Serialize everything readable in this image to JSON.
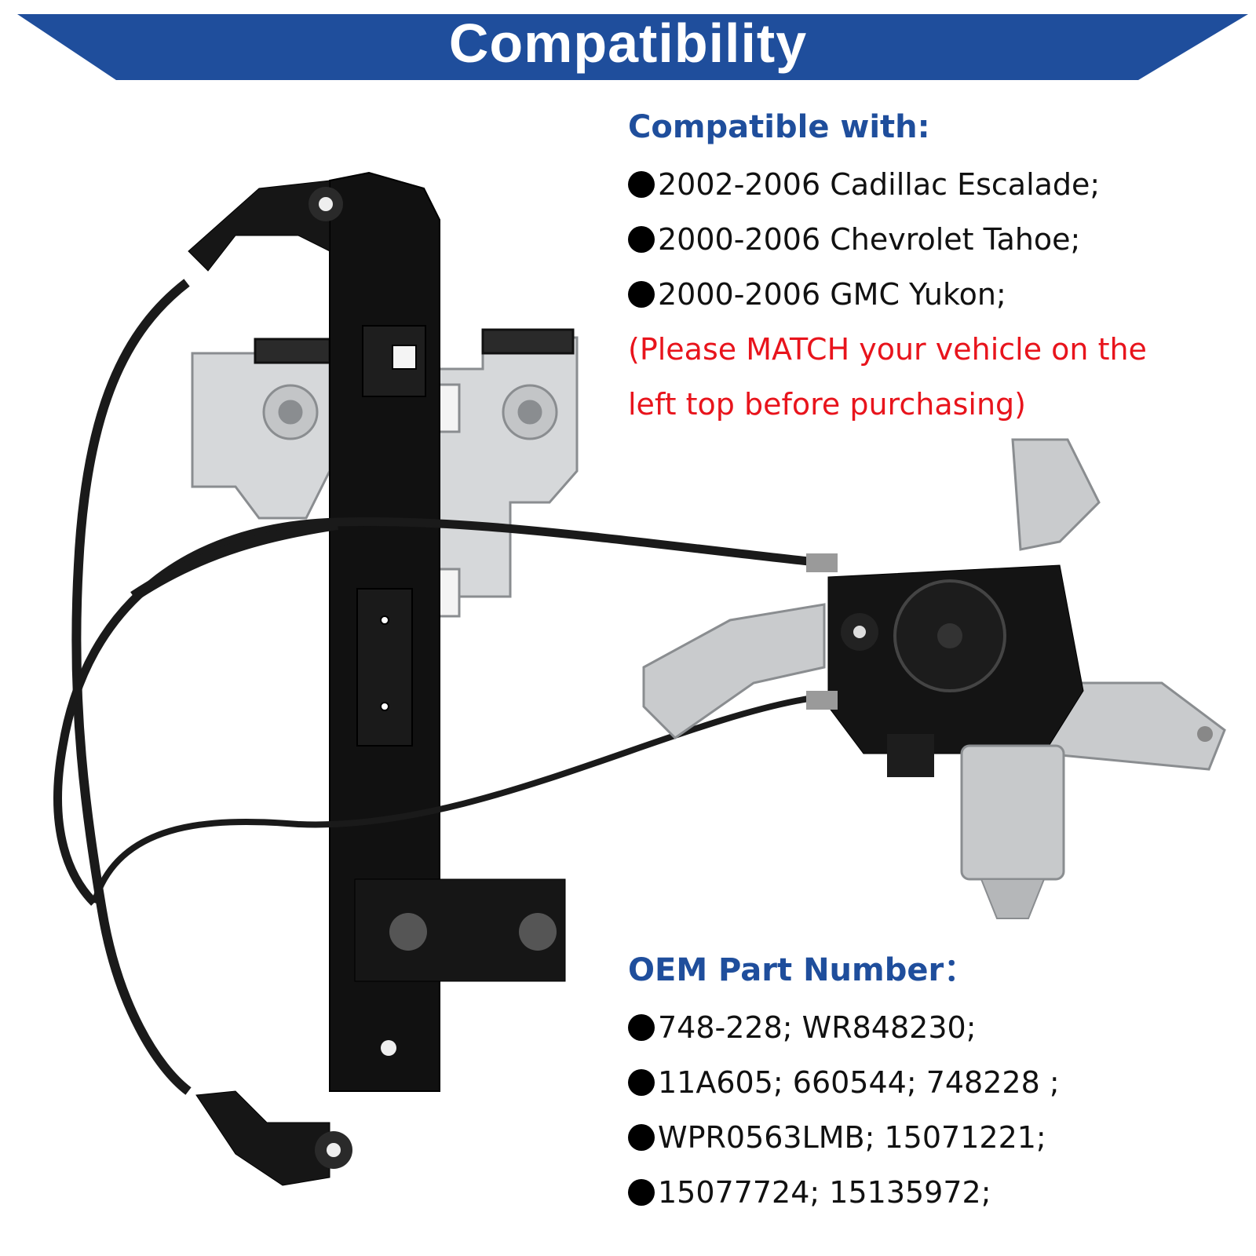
{
  "banner": {
    "title": "Compatibility",
    "color": "#1f4e9c"
  },
  "compatible": {
    "heading": "Compatible with:",
    "vehicles": [
      "2002-2006 Cadillac Escalade;",
      "2000-2006 Chevrolet Tahoe;",
      "2000-2006 GMC Yukon;"
    ],
    "note_lines": [
      "(Please MATCH your vehicle on the",
      "left top before purchasing)"
    ],
    "note_color": "#e8141c"
  },
  "oem": {
    "heading": "OEM Part Number：",
    "numbers": [
      "748-228; WR848230;",
      "11A605; 660544; 748228 ;",
      "WPR0563LMB; 15071221;",
      "15077724; 15135972;"
    ]
  },
  "icons": {
    "bullet": "filled-circle-icon",
    "product": "window-regulator-with-motor-image"
  }
}
